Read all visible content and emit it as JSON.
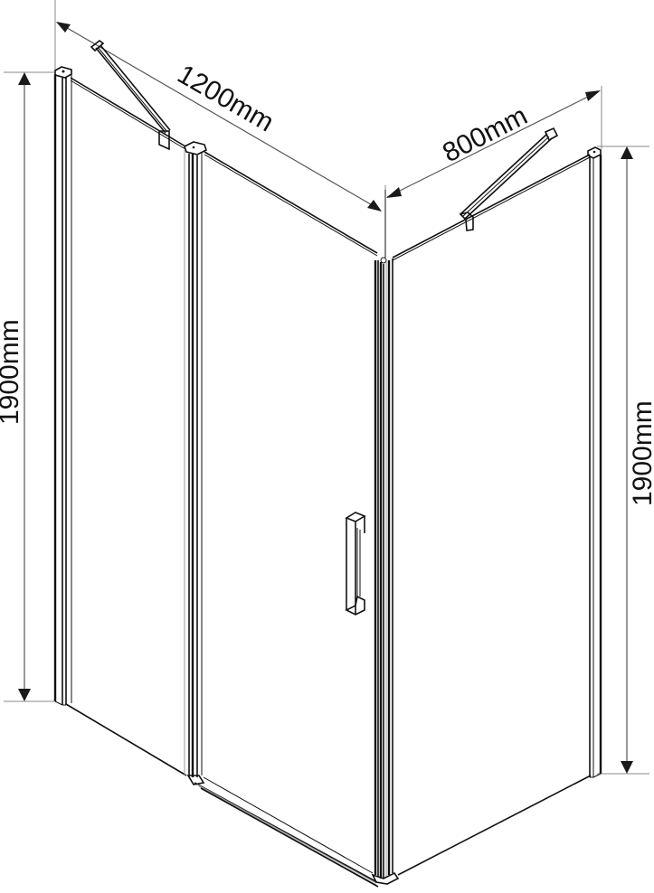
{
  "diagram": {
    "subject": "Corner shower enclosure, isometric line drawing",
    "dimensions": {
      "front_width": "1200mm",
      "side_width": "800mm",
      "left_height": "1900mm",
      "right_height": "1900mm"
    },
    "colors": {
      "line": "#111111",
      "dimension_line": "#555555",
      "extension_line": "#888888",
      "background": "#ffffff"
    },
    "components": [
      "left-wall-profile",
      "front-fixed-panel",
      "sliding-door-panel",
      "door-handle",
      "corner-post",
      "side-fixed-panel",
      "right-wall-profile",
      "front-stabilizer-bar",
      "side-stabilizer-bar",
      "bottom-rail"
    ]
  }
}
